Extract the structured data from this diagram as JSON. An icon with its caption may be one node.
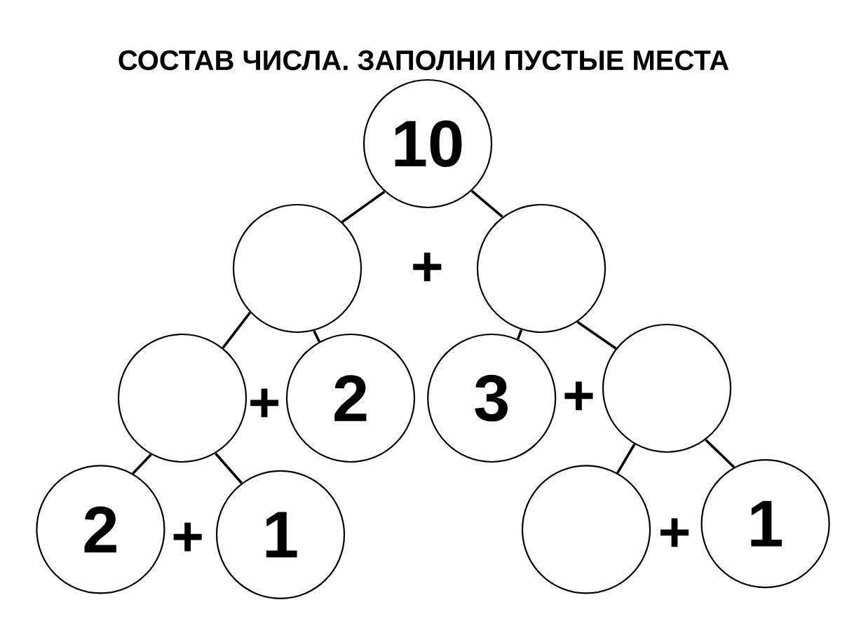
{
  "diagram": {
    "title": "СОСТАВ ЧИСЛА. ЗАПОЛНИ ПУСТЫЕ МЕСТА",
    "nodes": [
      {
        "text": [
          "10"
        ]
      },
      {
        "text": [],
        "shape": "circle"
      },
      {
        "text": [],
        "shape": "circle"
      },
      {
        "text": [],
        "shape": "circle"
      },
      {
        "text": [
          "2"
        ]
      },
      {
        "text": [
          "3"
        ]
      },
      {
        "text": [],
        "shape": "circle"
      },
      {
        "text": [
          "2"
        ]
      },
      {
        "text": [
          "1"
        ]
      },
      {
        "text": [],
        "shape": "circle"
      },
      {
        "text": [
          "1"
        ]
      }
    ],
    "edges": [
      {
        "from": 0,
        "to": 1,
        "arrow": "none"
      },
      {
        "from": 0,
        "to": 2,
        "arrow": "none"
      },
      {
        "from": 1,
        "to": 3,
        "arrow": "none"
      },
      {
        "from": 1,
        "to": 4,
        "arrow": "none"
      },
      {
        "from": 2,
        "to": 5,
        "arrow": "none"
      },
      {
        "from": 2,
        "to": 6,
        "arrow": "none"
      },
      {
        "from": 3,
        "to": 7,
        "arrow": "none"
      },
      {
        "from": 3,
        "to": 8,
        "arrow": "none"
      },
      {
        "from": 6,
        "to": 9,
        "arrow": "none"
      },
      {
        "from": 6,
        "to": 10,
        "arrow": "none"
      }
    ],
    "labels": [
      "+",
      "+",
      "+",
      "+",
      "+"
    ]
  }
}
